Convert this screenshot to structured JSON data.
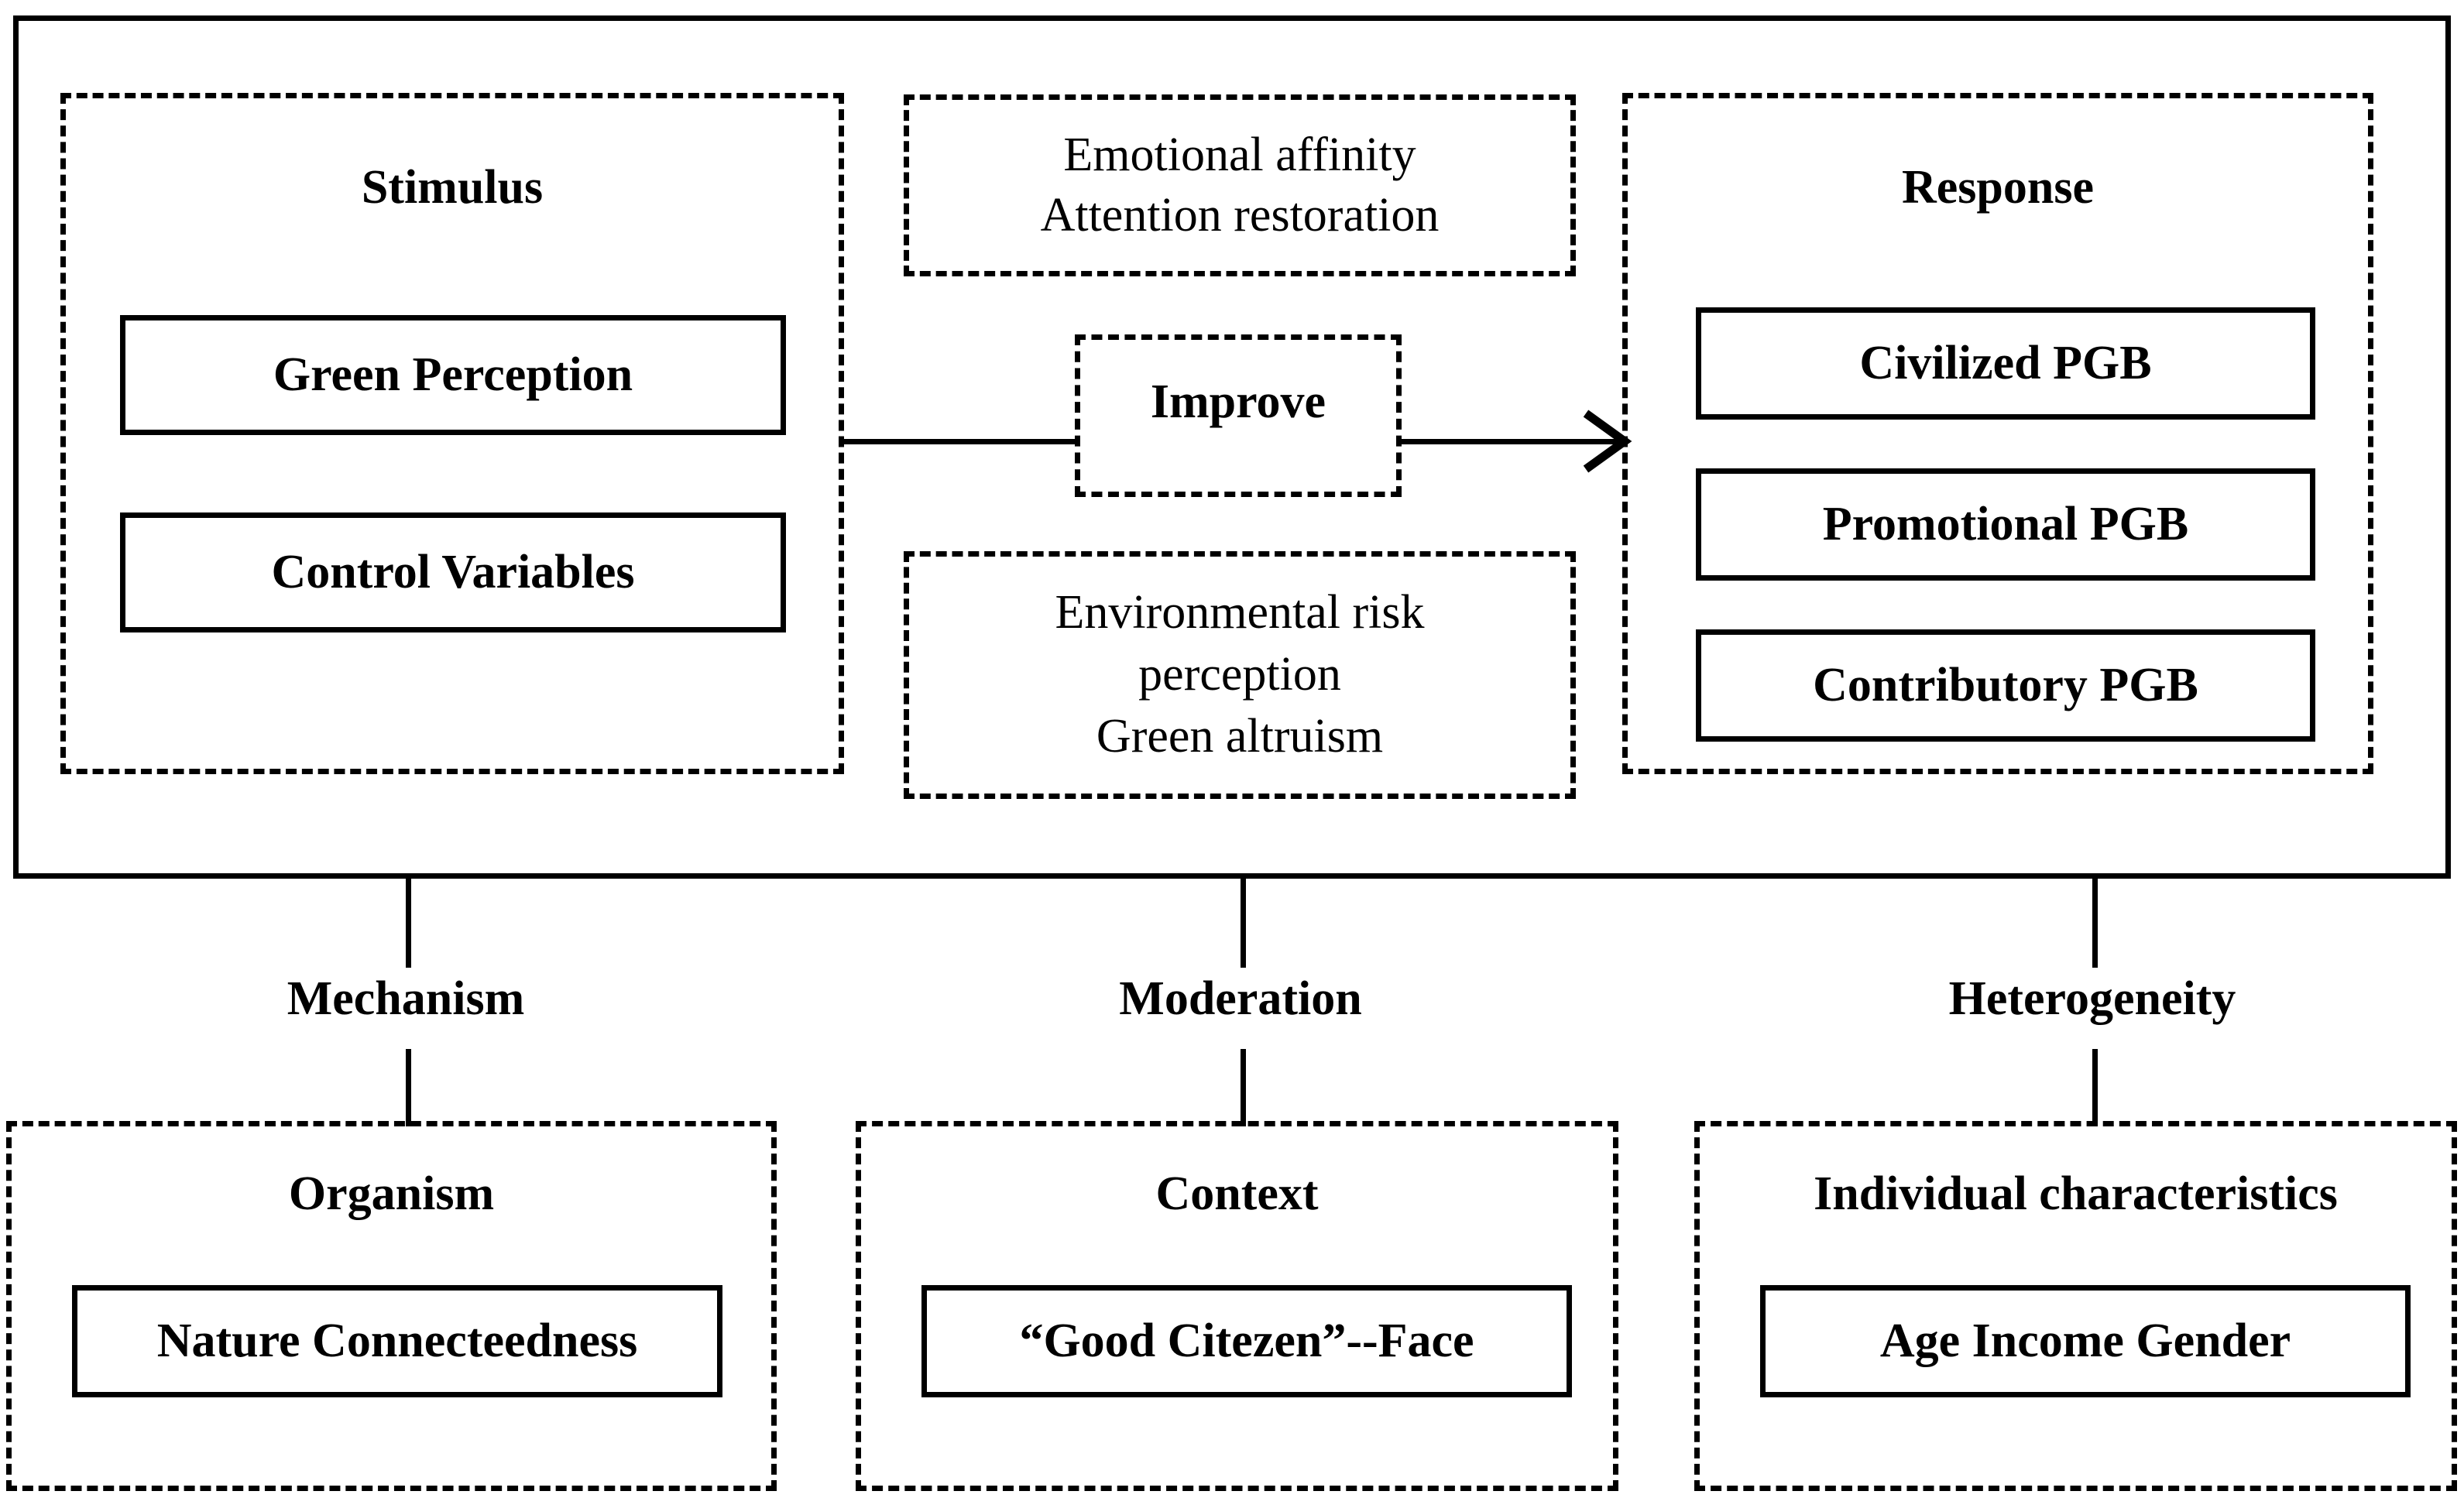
{
  "diagram": {
    "title_text_present": false,
    "stimulus_panel": {
      "heading": "Stimulus",
      "boxes": [
        {
          "label": "Green Perception"
        },
        {
          "label": "Control Variables"
        }
      ]
    },
    "mediator_top_panel": {
      "lines": [
        "Emotional affinity",
        "Attention restoration"
      ]
    },
    "improve_panel": {
      "label": "Improve"
    },
    "mediator_bottom_panel": {
      "lines": [
        "Environmental risk",
        "perception",
        "Green altruism"
      ]
    },
    "response_panel": {
      "heading": "Response",
      "boxes": [
        {
          "label": "Civilized PGB"
        },
        {
          "label": "Promotional PGB"
        },
        {
          "label": "Contributory PGB"
        }
      ]
    },
    "branches": [
      {
        "connector_label": "Mechanism",
        "panel_heading": "Organism",
        "panel_box_label": "Nature Connecteedness"
      },
      {
        "connector_label": "Moderation",
        "panel_heading": "Context",
        "panel_box_label": "“Good Citezen”--Face"
      },
      {
        "connector_label": "Heterogeneity",
        "panel_heading": "Individual characteristics",
        "panel_box_label": "Age Income Gender"
      }
    ],
    "colors": {
      "stroke": "#000000",
      "background": "#ffffff",
      "text": "#000000"
    }
  }
}
